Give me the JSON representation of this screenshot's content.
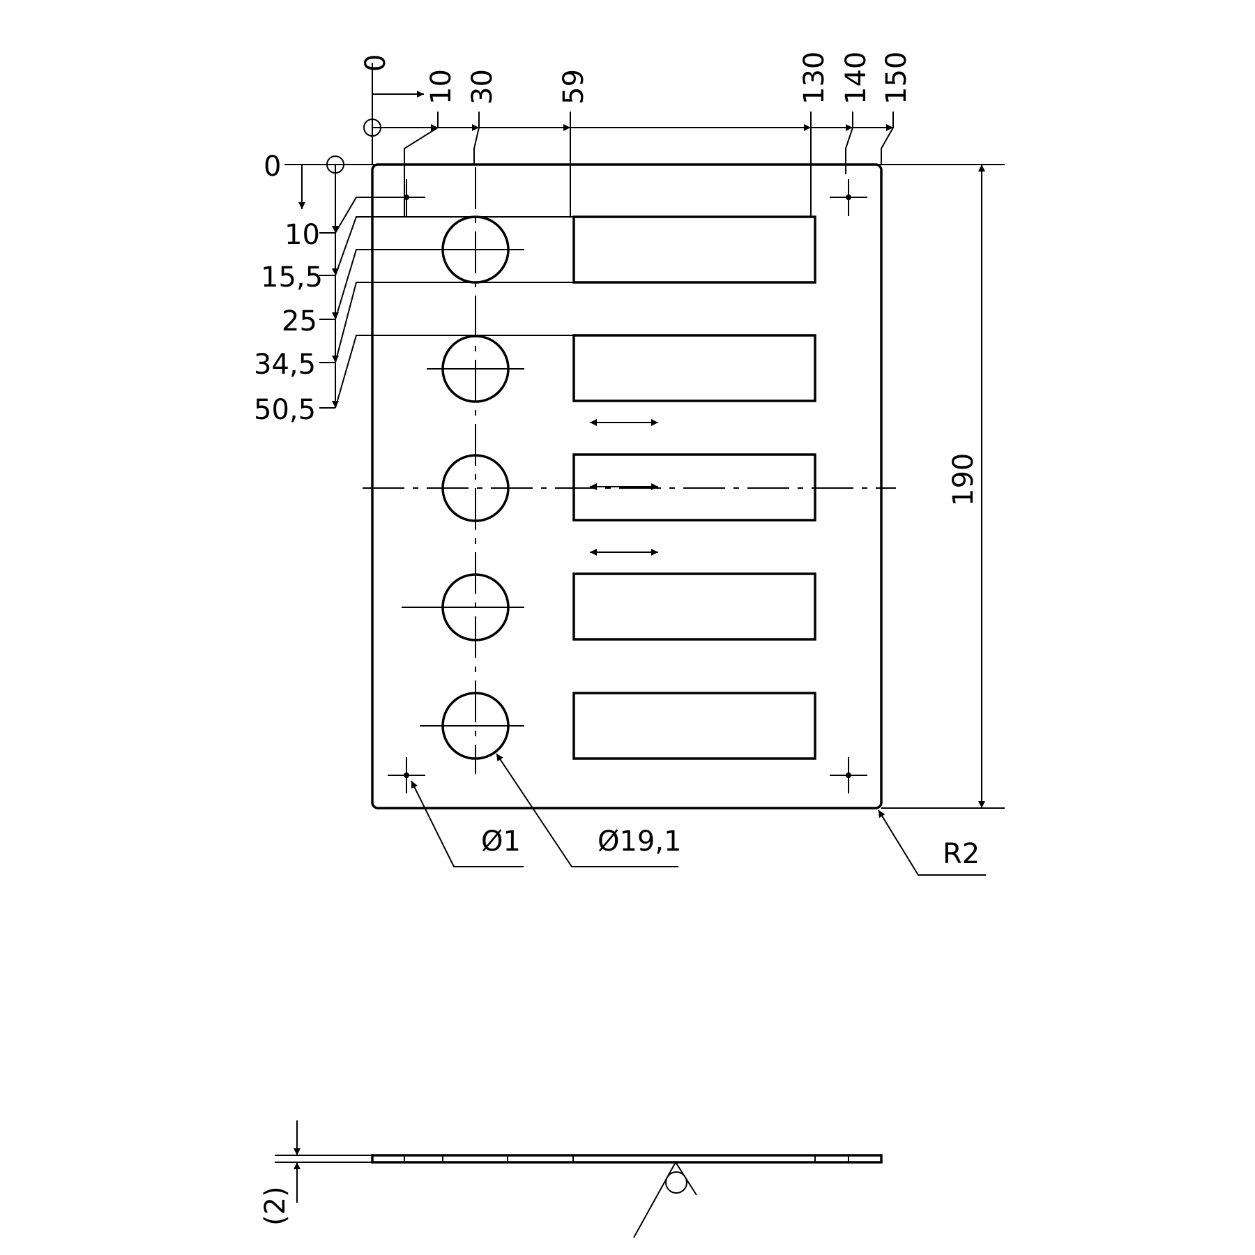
{
  "top_ordinate": {
    "origin": "0",
    "labels": [
      "10",
      "30",
      "59",
      "130",
      "140",
      "150"
    ]
  },
  "left_ordinate": {
    "origin": "0",
    "labels": [
      "10",
      "15,5",
      "25",
      "34,5",
      "50,5"
    ]
  },
  "overall_height": "190",
  "callouts": {
    "small_hole_diameter": "Ø1",
    "large_hole_diameter": "Ø19,1",
    "corner_radius": "R2"
  },
  "thickness": "(2)",
  "colors": {
    "line": "#000000",
    "background": "#ffffff"
  }
}
